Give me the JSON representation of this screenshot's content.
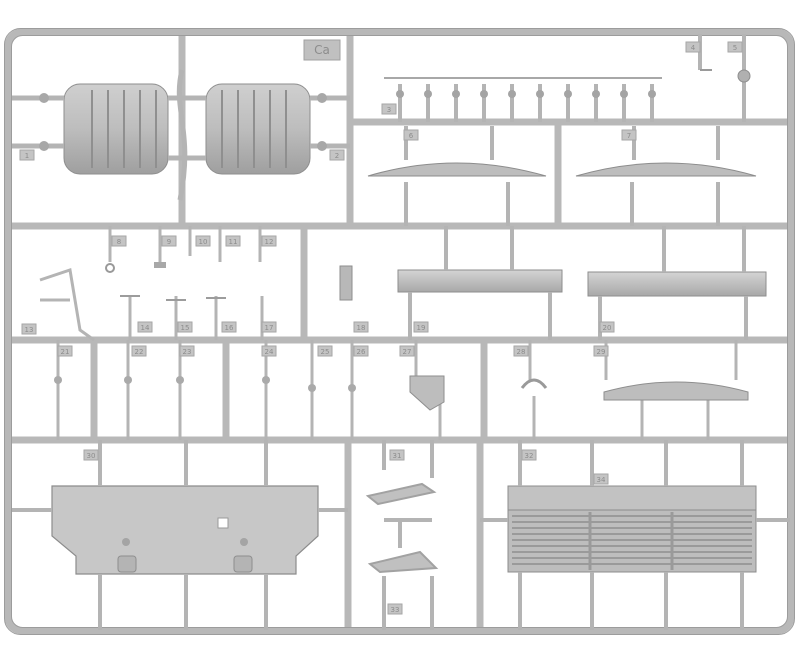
{
  "image": {
    "subject": "plastic-model-kit-sprue",
    "sprue_letter": "Ca",
    "part_numbers": [
      "1",
      "2",
      "3",
      "4",
      "5",
      "6",
      "7",
      "8",
      "9",
      "10",
      "11",
      "12",
      "13",
      "14",
      "15",
      "16",
      "17",
      "18",
      "19",
      "20",
      "21",
      "22",
      "23",
      "24",
      "25",
      "26",
      "27",
      "28",
      "29",
      "30",
      "31",
      "32",
      "33",
      "34"
    ],
    "colors": {
      "plastic": "#c4c4c4",
      "plastic_shadow": "#9a9a9a",
      "plastic_highlight": "#dedede",
      "background": "#ffffff"
    }
  }
}
